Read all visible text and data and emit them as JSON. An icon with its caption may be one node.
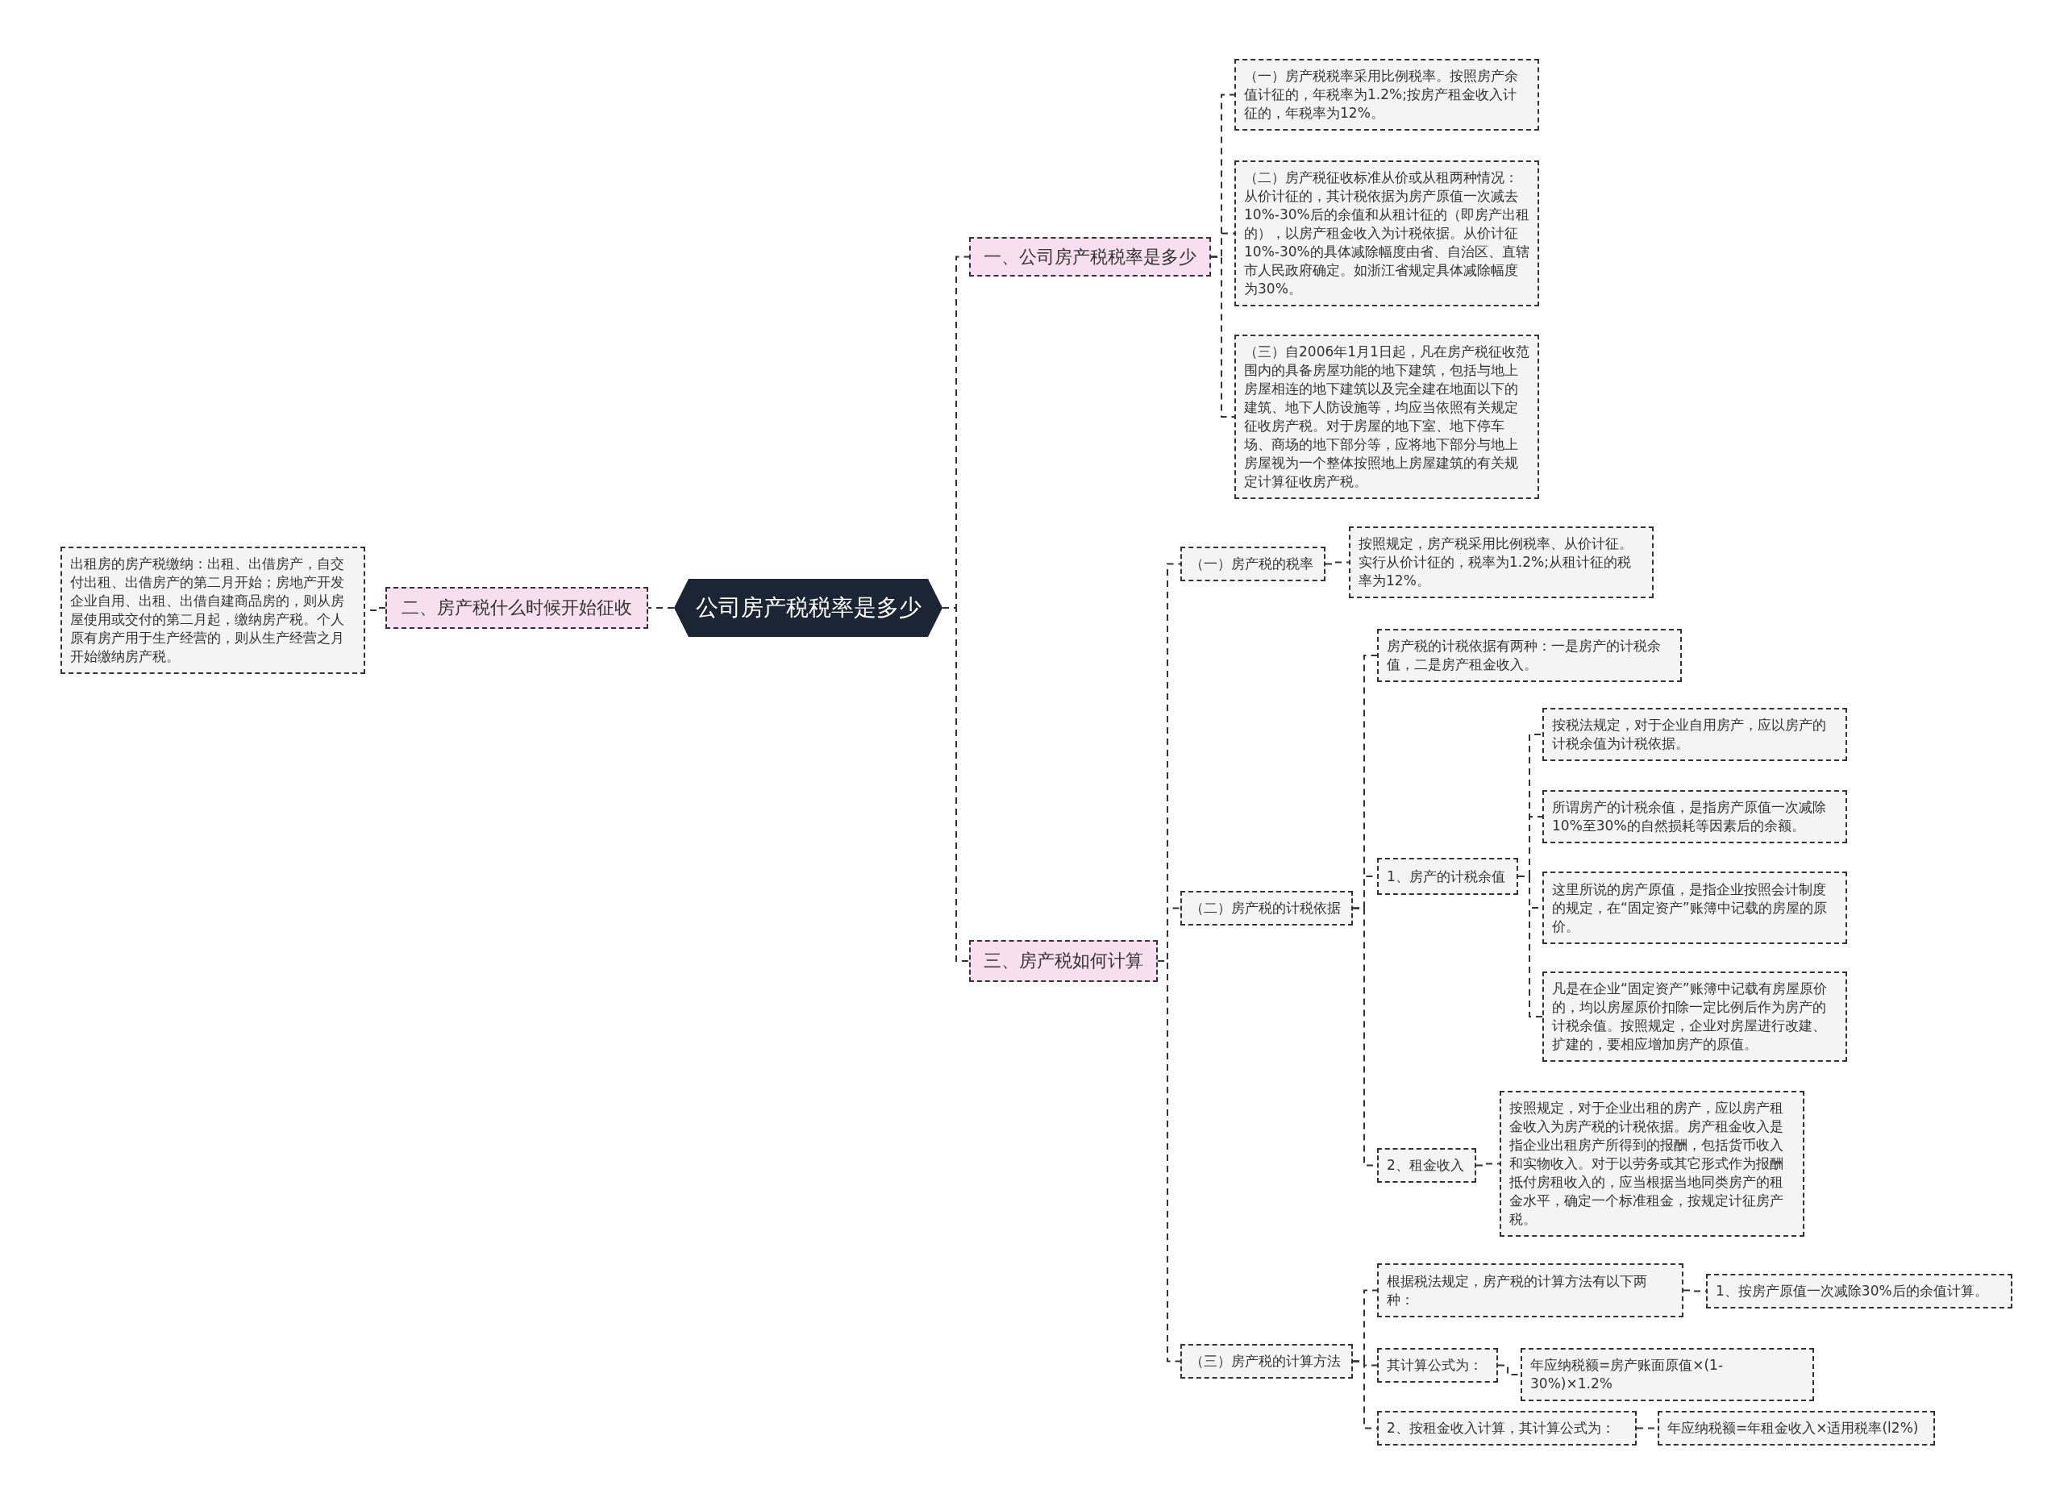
{
  "diagram": {
    "nodes": [
      {
        "text": [
          "公司房产税税率是多少"
        ]
      },
      {
        "text": [
          "一、公司房产税税率是多少"
        ]
      },
      {
        "text": [
          "（一）房产税税率采用比例税率。按照房产余值计征的，年税率为1.2%;按房产租金收入计征的，年税率为12%。"
        ]
      },
      {
        "text": [
          "（二）房产税征收标准从价或从租两种情况：从价计征的，其计税依据为房产原值一次减去10%-30%后的余值和从租计征的（即房产出租的），以房产租金收入为计税依据。从价计征10%-30%的具体减除幅度由省、自治区、直辖市人民政府确定。如浙江省规定具体减除幅度为30%。"
        ]
      },
      {
        "text": [
          "（三）自2006年1月1日起，凡在房产税征收范围内的具备房屋功能的地下建筑，包括与地上房屋相连的地下建筑以及完全建在地面以下的建筑、地下人防设施等，均应当依照有关规定征收房产税。对于房屋的地下室、地下停车场、商场的地下部分等，应将地下部分与地上房屋视为一个整体按照地上房屋建筑的有关规定计算征收房产税。"
        ]
      },
      {
        "text": [
          "二、房产税什么时候开始征收"
        ]
      },
      {
        "text": [
          "出租房的房产税缴纳：出租、出借房产，自交付出租、出借房产的第二月开始；房地产开发企业自用、出租、出借自建商品房的，则从房屋使用或交付的第二月起，缴纳房产税。个人原有房产用于生产经营的，则从生产经营之月开始缴纳房产税。"
        ]
      },
      {
        "text": [
          "三、房产税如何计算"
        ]
      },
      {
        "text": [
          "（一）房产税的税率"
        ]
      },
      {
        "text": [
          "按照规定，房产税采用比例税率、从价计征。实行从价计征的，税率为1.2%;从租计征的税率为12%。"
        ]
      },
      {
        "text": [
          "（二）房产税的计税依据"
        ]
      },
      {
        "text": [
          "房产税的计税依据有两种：一是房产的计税余值，二是房产租金收入。"
        ]
      },
      {
        "text": [
          "1、房产的计税余值"
        ]
      },
      {
        "text": [
          "按税法规定，对于企业自用房产，应以房产的计税余值为计税依据。"
        ]
      },
      {
        "text": [
          "所谓房产的计税余值，是指房产原值一次减除10%至30%的自然损耗等因素后的余额。"
        ]
      },
      {
        "text": [
          "这里所说的房产原值，是指企业按照会计制度的规定，在“固定资产”账簿中记载的房屋的原价。"
        ]
      },
      {
        "text": [
          "凡是在企业“固定资产”账簿中记载有房屋原价的，均以房屋原价扣除一定比例后作为房产的计税余值。按照规定，企业对房屋进行改建、扩建的，要相应增加房产的原值。"
        ]
      },
      {
        "text": [
          "2、租金收入"
        ]
      },
      {
        "text": [
          "按照规定，对于企业出租的房产，应以房产租金收入为房产税的计税依据。房产租金收入是指企业出租房产所得到的报酬，包括货币收入和实物收入。对于以劳务或其它形式作为报酬抵付房租收入的，应当根据当地同类房产的租金水平，确定一个标准租金，按规定计征房产税。"
        ]
      },
      {
        "text": [
          "（三）房产税的计算方法"
        ]
      },
      {
        "text": [
          "根据税法规定，房产税的计算方法有以下两种："
        ]
      },
      {
        "text": [
          "1、按房产原值一次减除30%后的余值计算。"
        ]
      },
      {
        "text": [
          "其计算公式为："
        ]
      },
      {
        "text": [
          "年应纳税额=房产账面原值×(1-30%)×1.2%"
        ]
      },
      {
        "text": [
          "2、按租金收入计算，其计算公式为："
        ]
      },
      {
        "text": [
          "年应纳税额=年租金收入×适用税率(l2%)"
        ]
      }
    ],
    "edges": [
      {
        "from": 0,
        "to": 1,
        "arrow": "none"
      },
      {
        "from": 0,
        "to": 5,
        "arrow": "none"
      },
      {
        "from": 0,
        "to": 7,
        "arrow": "none"
      },
      {
        "from": 1,
        "to": 2,
        "arrow": "none"
      },
      {
        "from": 1,
        "to": 3,
        "arrow": "none"
      },
      {
        "from": 1,
        "to": 4,
        "arrow": "none"
      },
      {
        "from": 5,
        "to": 6,
        "arrow": "none"
      },
      {
        "from": 7,
        "to": 8,
        "arrow": "none"
      },
      {
        "from": 7,
        "to": 10,
        "arrow": "none"
      },
      {
        "from": 7,
        "to": 19,
        "arrow": "none"
      },
      {
        "from": 8,
        "to": 9,
        "arrow": "none"
      },
      {
        "from": 10,
        "to": 11,
        "arrow": "none"
      },
      {
        "from": 10,
        "to": 12,
        "arrow": "none"
      },
      {
        "from": 10,
        "to": 17,
        "arrow": "none"
      },
      {
        "from": 12,
        "to": 13,
        "arrow": "none"
      },
      {
        "from": 12,
        "to": 14,
        "arrow": "none"
      },
      {
        "from": 12,
        "to": 15,
        "arrow": "none"
      },
      {
        "from": 12,
        "to": 16,
        "arrow": "none"
      },
      {
        "from": 17,
        "to": 18,
        "arrow": "none"
      },
      {
        "from": 19,
        "to": 20,
        "arrow": "none"
      },
      {
        "from": 19,
        "to": 22,
        "arrow": "none"
      },
      {
        "from": 19,
        "to": 24,
        "arrow": "none"
      },
      {
        "from": 20,
        "to": 21,
        "arrow": "none"
      },
      {
        "from": 22,
        "to": 23,
        "arrow": "none"
      },
      {
        "from": 24,
        "to": 25,
        "arrow": "none"
      }
    ]
  }
}
